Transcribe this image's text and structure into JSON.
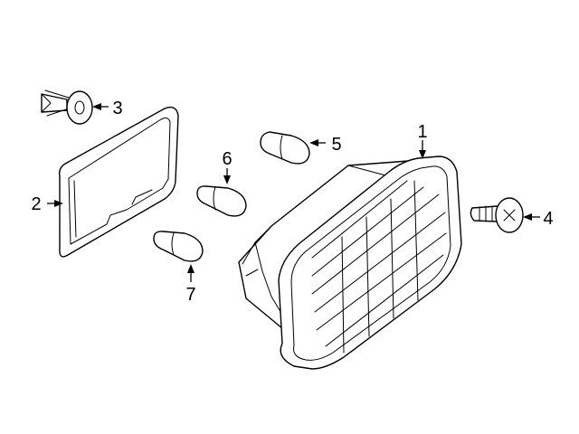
{
  "diagram": {
    "callouts": {
      "c1": "1",
      "c2": "2",
      "c3": "3",
      "c4": "4",
      "c5": "5",
      "c6": "6",
      "c7": "7"
    },
    "parts": [
      {
        "callout": "1",
        "icon": "tail-lamp-assembly-icon"
      },
      {
        "callout": "2",
        "icon": "lamp-gasket-icon"
      },
      {
        "callout": "3",
        "icon": "push-clip-icon"
      },
      {
        "callout": "4",
        "icon": "screw-icon"
      },
      {
        "callout": "5",
        "icon": "bulb-icon"
      },
      {
        "callout": "6",
        "icon": "bulb-icon"
      },
      {
        "callout": "7",
        "icon": "bulb-icon"
      }
    ]
  }
}
